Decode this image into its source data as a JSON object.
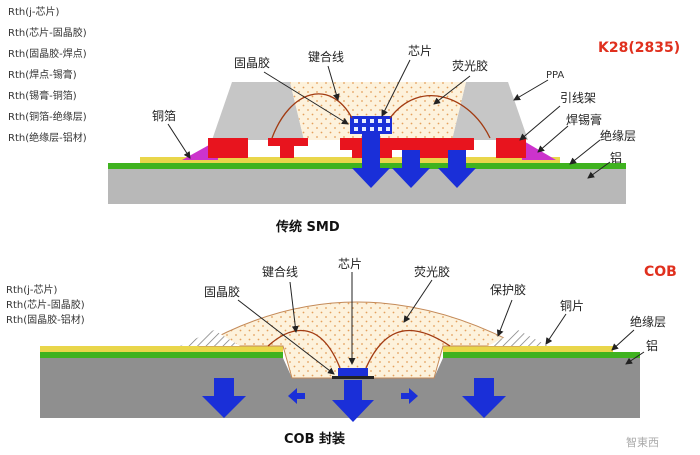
{
  "top": {
    "thermal_labels": [
      "Rth(j-芯片)",
      "Rth(芯片-固晶胶)",
      "Rth(固晶胶-焊点)",
      "Rth(焊点-锡膏)",
      "Rth(锡膏-铜箔)",
      "Rth(铜箔-绝缘层)",
      "Rth(绝缘层-铝材)"
    ],
    "badge": "K28(2835)",
    "caption": "传统 SMD",
    "labels": {
      "die_attach": "固晶胶",
      "bond_wire": "键合线",
      "chip": "芯片",
      "phosphor": "荧光胶",
      "ppa": "PPA",
      "lead_frame": "引线架",
      "solder_paste": "焊锡膏",
      "insulation": "绝缘层",
      "aluminum": "铝",
      "copper_foil": "铜箔"
    }
  },
  "bottom": {
    "thermal_labels": [
      "Rth(j-芯片)",
      "Rth(芯片-固晶胶)",
      "Rth(固晶胶-铝材)"
    ],
    "badge": "COB",
    "caption": "COB 封装",
    "labels": {
      "die_attach": "固晶胶",
      "bond_wire": "键合线",
      "chip": "芯片",
      "phosphor": "荧光胶",
      "protective": "保护胶",
      "copper_sheet": "铜片",
      "insulation": "绝缘层",
      "aluminum": "铝"
    }
  },
  "watermark": "智東西",
  "colors": {
    "heat_arrow": "#1a2fd8",
    "pad_red": "#e8141e",
    "substrate_gray": "#b8b8b8",
    "insulation_green": "#3fb21f",
    "badge_red": "#e0301e"
  }
}
